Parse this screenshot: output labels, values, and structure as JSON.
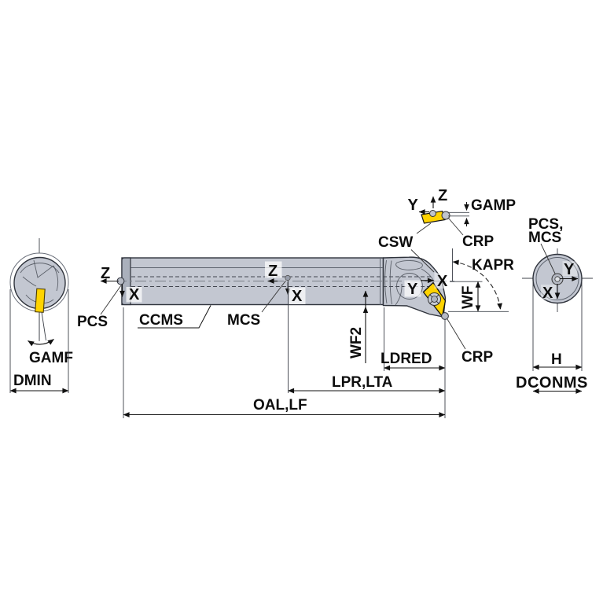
{
  "labels": {
    "pcs_left": "PCS",
    "ccms": "CCMS",
    "mcs": "MCS",
    "gamf": "GAMF",
    "dmin": "DMIN",
    "csw": "CSW",
    "crp_top": "CRP",
    "crp_bottom": "CRP",
    "gamp": "GAMP",
    "kapr": "KAPR",
    "wf": "WF",
    "wf2": "WF2",
    "ldred": "LDRED",
    "lpr_lta": "LPR,LTA",
    "oal_lf": "OAL,LF",
    "pcs_mcs_line1": "PCS,",
    "pcs_mcs_line2": "MCS",
    "h": "H",
    "dconms": "DCONMS"
  },
  "axes": {
    "shank_end": {
      "z": "Z",
      "x": "X"
    },
    "shank_mid": {
      "z": "Z",
      "x": "X"
    },
    "cutting_point": {
      "y": "Y",
      "x": "X"
    },
    "insert_top_view": {
      "z": "Z",
      "y": "Y"
    },
    "coupling_end_view": {
      "y": "Y",
      "x": "X"
    }
  },
  "colors": {
    "insert": "#FFD300",
    "body": "#C3C7D1",
    "cap": "#AAB0BC",
    "point": "#B6BAC4",
    "outline": "#2F333C",
    "background": "#FFFFFF"
  }
}
